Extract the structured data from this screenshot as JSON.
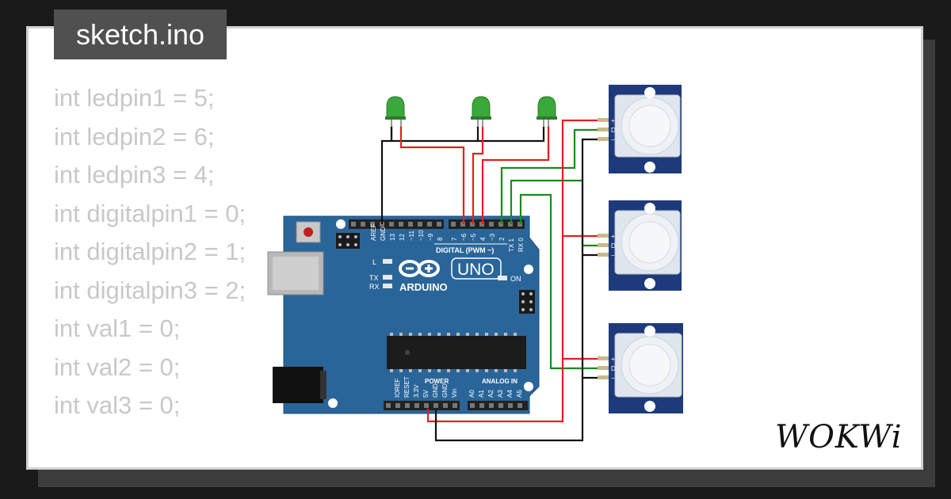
{
  "header": {
    "filename": "sketch.ino"
  },
  "code_lines": [
    "int ledpin1 = 5;",
    "int ledpin2 = 6;",
    "int ledpin3 = 4;",
    "int digitalpin1 = 0;",
    "int digitalpin2 = 1;",
    "int digitalpin3 = 2;",
    "int val1 = 0;",
    "int val2 = 0;",
    "int val3 = 0;"
  ],
  "board": {
    "brand": "ARDUINO",
    "model": "UNO",
    "digital_label": "DIGITAL (PWM ~)",
    "power_label": "POWER",
    "analog_label": "ANALOG IN",
    "on_label": "ON",
    "l_label": "L",
    "tx_label": "TX",
    "rx_label": "RX",
    "top_pins": [
      "AREF",
      "GND",
      "13",
      "12",
      "~11",
      "~10",
      "~9",
      "8",
      "7",
      "~6",
      "~5",
      "4",
      "~3",
      "2",
      "TX 1",
      "RX 0"
    ],
    "bottom_pins": [
      "IOREF",
      "RESET",
      "3.3V",
      "5V",
      "GND",
      "GND",
      "Vin",
      "A0",
      "A1",
      "A2",
      "A3",
      "A4",
      "A5"
    ]
  },
  "sensor_labels": [
    "+",
    "D",
    "−"
  ],
  "brand": {
    "logo_text": "WOKWi"
  },
  "colors": {
    "board": "#2a6599",
    "wire_red": "#e02020",
    "wire_green": "#1a8a1a",
    "wire_black": "#111111",
    "led": "#3aa83a",
    "sensor_frame": "#1e3a7a"
  }
}
